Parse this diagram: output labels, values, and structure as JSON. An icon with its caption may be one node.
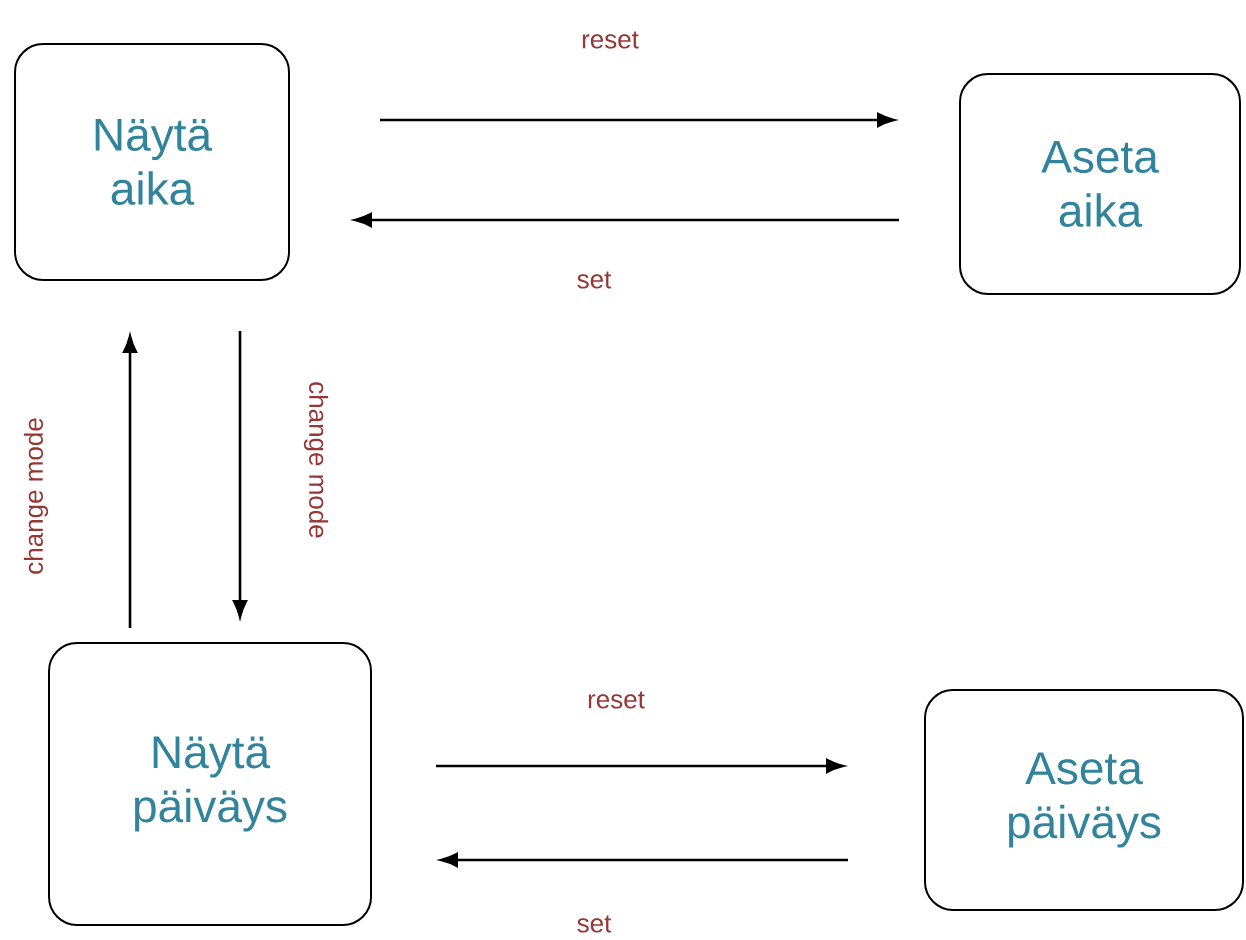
{
  "diagram": {
    "nodes": [
      {
        "text": [
          "Näytä aika"
        ]
      },
      {
        "text": [
          "Aseta aika"
        ]
      },
      {
        "text": [
          "Näytä päiväys"
        ]
      },
      {
        "text": [
          "Aseta päiväys"
        ]
      }
    ],
    "edges": [
      {
        "from": 0,
        "to": 1,
        "arrow": "to",
        "label": "reset"
      },
      {
        "from": 1,
        "to": 0,
        "arrow": "to",
        "label": "set"
      },
      {
        "from": 0,
        "to": 2,
        "arrow": "to",
        "label": "change mode"
      },
      {
        "from": 2,
        "to": 0,
        "arrow": "to",
        "label": "change mode"
      },
      {
        "from": 2,
        "to": 3,
        "arrow": "to",
        "label": "reset"
      },
      {
        "from": 3,
        "to": 2,
        "arrow": "to",
        "label": "set"
      }
    ]
  }
}
